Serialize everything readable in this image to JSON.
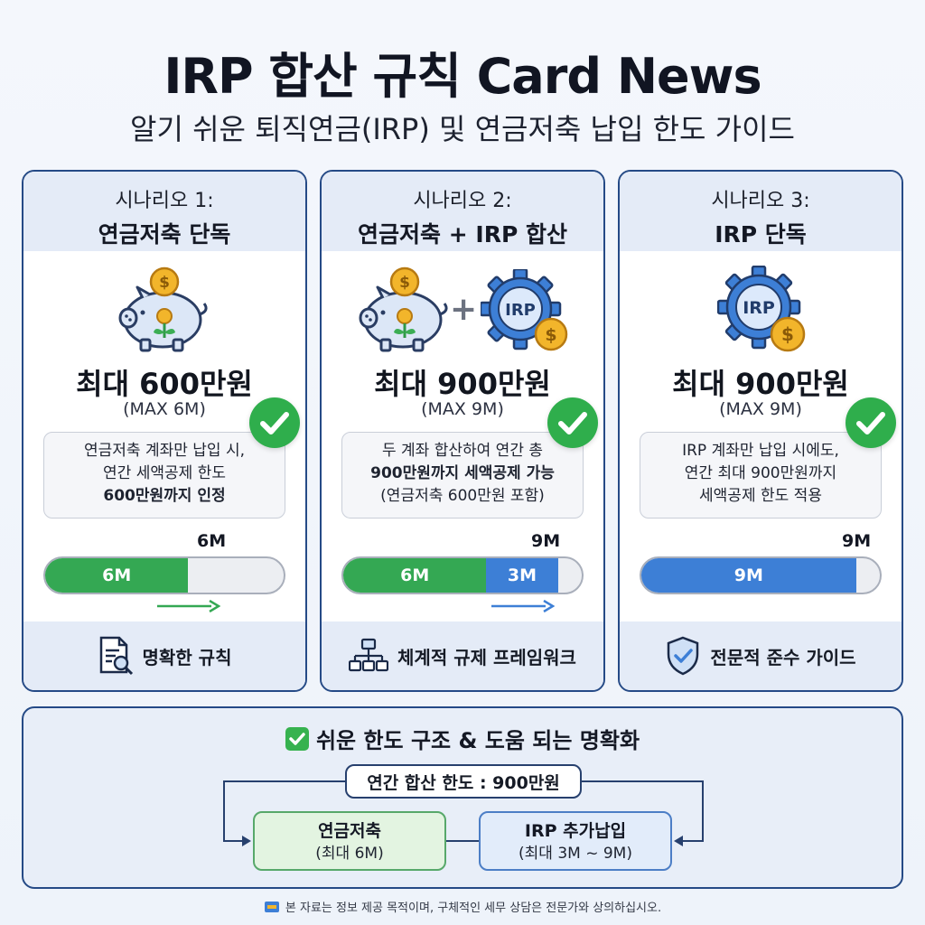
{
  "header": {
    "title": "IRP 합산 규칙 Card News",
    "subtitle": "알기 쉬운 퇴직연금(IRP) 및 연금저축 납입 한도 가이드"
  },
  "cards": [
    {
      "label": "시나리오 1:",
      "name": "연금저축 단독",
      "amount": "최대 600만원",
      "amount_en": "(MAX 6M)",
      "desc": [
        "연금저축 계좌만 납입 시,",
        "연간 세액공제 한도",
        "600만원까지 인정"
      ],
      "bar_total": "6M",
      "segments": [
        "6M"
      ],
      "footer": "명확한 규칙"
    },
    {
      "label": "시나리오 2:",
      "name": "연금저축 + IRP 합산",
      "amount": "최대 900만원",
      "amount_en": "(MAX 9M)",
      "desc": [
        "두 계좌 합산하여 연간 총",
        "900만원까지 세액공제 가능",
        "(연금저축 600만원 포함)"
      ],
      "bar_total": "9M",
      "segments": [
        "6M",
        "3M"
      ],
      "footer": "체계적 규제 프레임워크"
    },
    {
      "label": "시나리오 3:",
      "name": "IRP 단독",
      "amount": "최대 900만원",
      "amount_en": "(MAX 9M)",
      "desc": [
        "IRP 계좌만 납입 시에도,",
        "연간 최대 900만원까지",
        "세액공제 한도 적용"
      ],
      "bar_total": "9M",
      "segments": [
        "9M"
      ],
      "footer": "전문적 준수 가이드"
    }
  ],
  "icons": {
    "piggy": "piggy-bank-icon",
    "gear": "irp-gear-icon",
    "coin_symbol": "$",
    "irp_text": "IRP",
    "plus": "+"
  },
  "progress": {
    "card1": [
      0.6
    ],
    "card2": [
      0.6,
      0.3
    ],
    "card3": [
      0.9
    ]
  },
  "summary": {
    "title": "쉬운 한도 구조 & 도움 되는 명확화",
    "total": "연간 합산 한도 : 900만원",
    "left_name": "연금저축",
    "left_limit": "(최대 6M)",
    "right_name": "IRP 추가납입",
    "right_limit": "(최대 3M ~ 9M)"
  },
  "footer": {
    "disclaimer": "본 자료는 정보 제공 목적이며, 구체적인 세무 상담은 전문가와 상의하십시오."
  },
  "colors": {
    "navy": "#254a86",
    "green": "#34a853",
    "blue": "#3d7fd6",
    "coin": "#f2b52b"
  }
}
